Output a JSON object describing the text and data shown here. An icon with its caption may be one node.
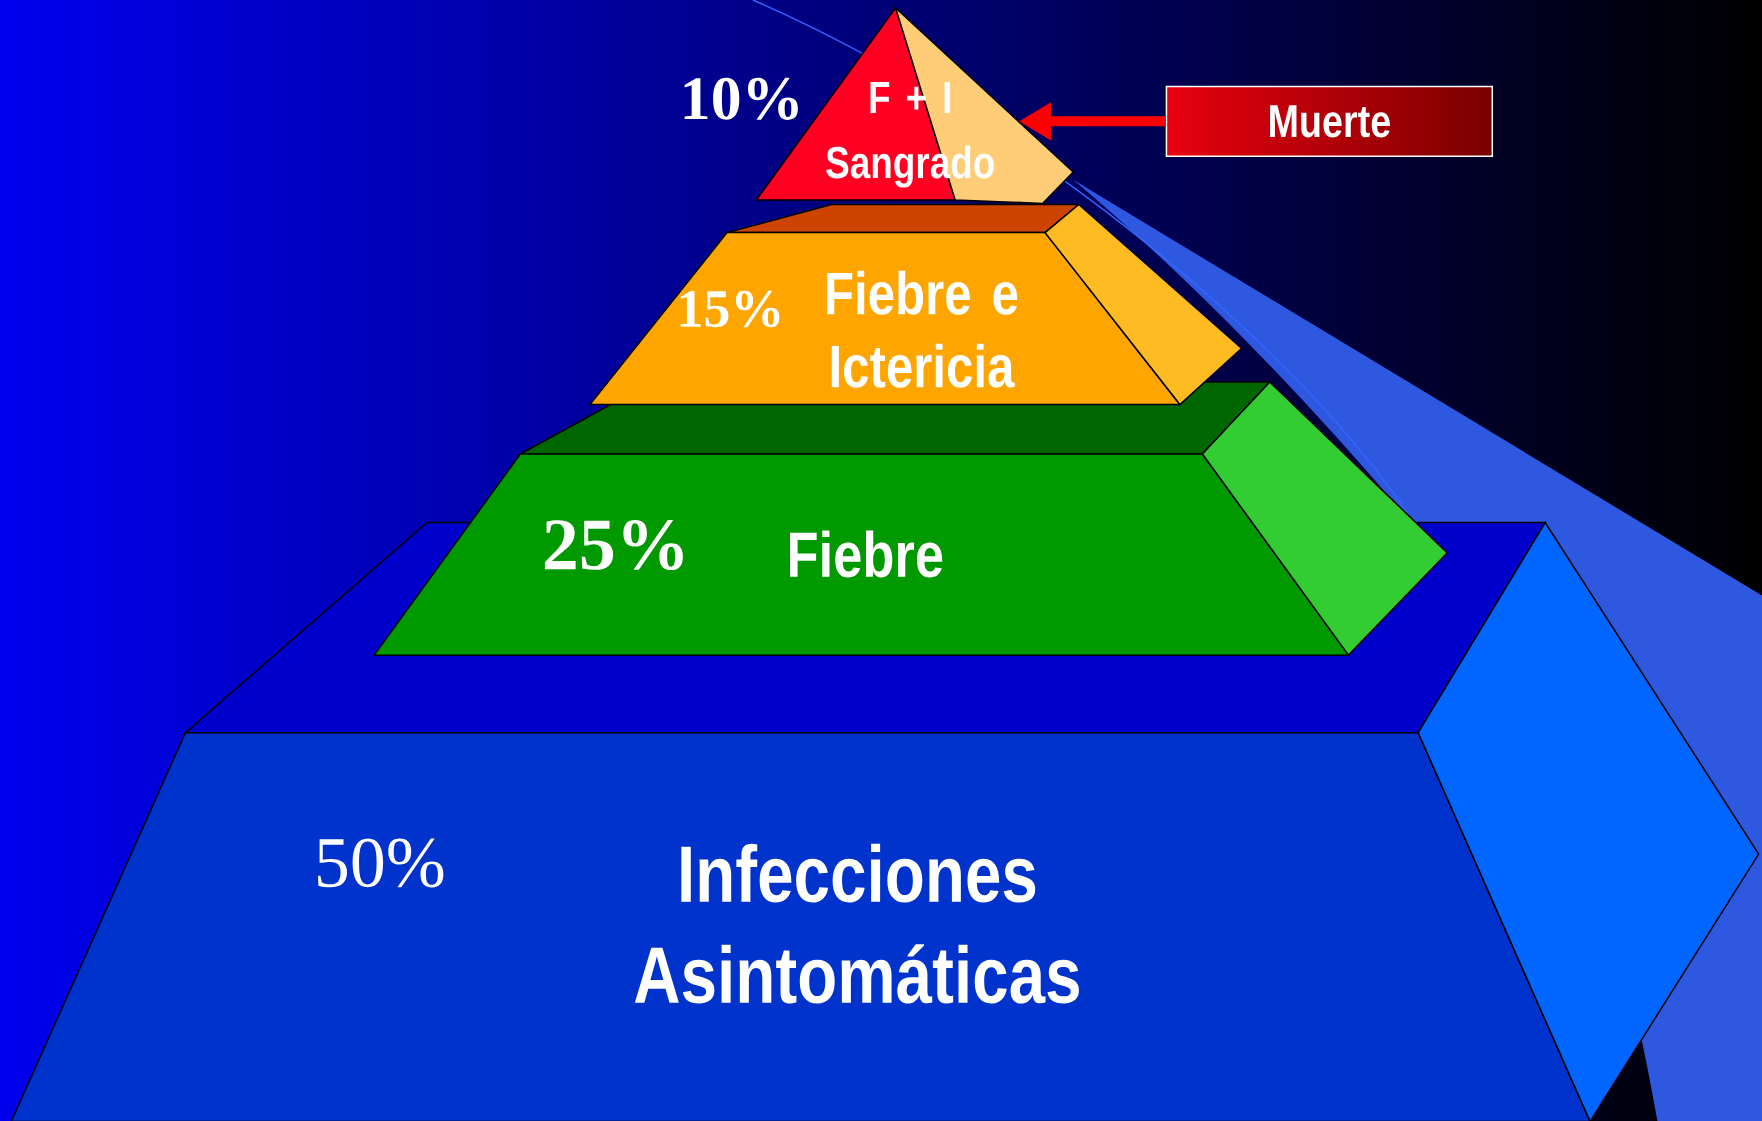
{
  "diagram": {
    "nodes": [
      {
        "text": [
          "10%",
          "F + I Sangrado"
        ]
      },
      {
        "text": [
          "15%",
          "Fiebre e Ictericia"
        ]
      },
      {
        "text": [
          "25%",
          "Fiebre"
        ]
      },
      {
        "text": [
          "50%",
          "Infecciones Asintomáticas"
        ]
      },
      {
        "text": [
          "Muerte"
        ]
      }
    ],
    "edges": [
      {
        "from": 4,
        "to": 0,
        "arrow": "to"
      }
    ]
  }
}
